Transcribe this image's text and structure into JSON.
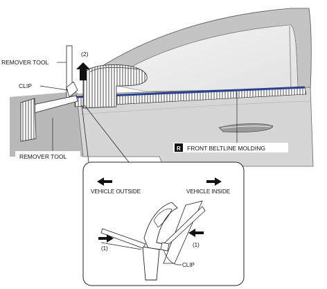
{
  "labels": {
    "remover_tool_top": "REMOVER TOOL",
    "clip_top": "CLIP",
    "step_2": "(2)",
    "remover_tool_bottom": "REMOVER TOOL",
    "molding_tag": "R",
    "molding": "FRONT BELTLINE MOLDING",
    "vehicle_outside": "VEHICLE OUTSIDE",
    "vehicle_inside": "VEHICLE INSIDE",
    "step_1_left": "(1)",
    "step_1_right": "(1)",
    "clip_bottom": "CLIP"
  },
  "colors": {
    "molding_accent": "#27408f",
    "door_panel": "#d6d6d6",
    "body_panel": "#b9b9b9",
    "outline": "#222222"
  },
  "icons": [
    "arrow-up-icon",
    "arrow-left-icon",
    "arrow-right-icon"
  ]
}
